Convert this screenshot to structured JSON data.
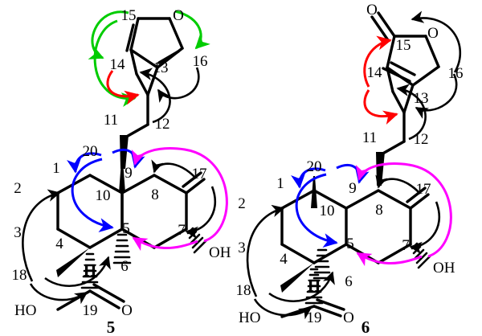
{
  "figure": {
    "kind": "chemical-structure-hmbc-cosy-noe-diagram",
    "panels": [
      {
        "id": "compound-5",
        "compound_label": "5",
        "top_ring": "furan",
        "atom_labels": [
          "15",
          "O",
          "14",
          "13",
          "16",
          "11",
          "12",
          "20",
          "1",
          "2",
          "9",
          "10",
          "8",
          "17",
          "3",
          "5",
          "7",
          "4",
          "6",
          "18",
          "OH",
          "H",
          "HO",
          "19",
          "O"
        ],
        "heteroatom_labels": {
          "furan_oxygen": "O",
          "hydroxyl": "OH",
          "acid_hydroxyl": "HO",
          "carbonyl_oxygen": "O"
        },
        "stereo_label": "H",
        "correlations": [
          {
            "color": "#00cc00",
            "from": "15",
            "to": "14"
          },
          {
            "color": "#00cc00",
            "from": "15",
            "to": "13"
          },
          {
            "color": "#00cc00",
            "from": "15",
            "to": "16"
          },
          {
            "color": "#ff0000",
            "from": "14",
            "to": "13"
          },
          {
            "color": "#000000",
            "from": "16",
            "to": "13"
          },
          {
            "color": "#000000",
            "from": "12",
            "to": "14"
          },
          {
            "color": "#0000ff",
            "from": "20",
            "to": "1"
          },
          {
            "color": "#0000ff",
            "from": "20",
            "to": "9"
          },
          {
            "color": "#0000ff",
            "from": "20",
            "to": "5"
          },
          {
            "color": "#000000",
            "from": "3",
            "to": "10"
          },
          {
            "color": "#ff00ff",
            "from": "17",
            "to": "11"
          },
          {
            "color": "#000000",
            "from": "17",
            "to": "9"
          },
          {
            "color": "#000000",
            "from": "17",
            "to": "7"
          },
          {
            "color": "#ff00ff",
            "from": "OH",
            "to": "5"
          },
          {
            "color": "#000000",
            "from": "18",
            "to": "19"
          },
          {
            "color": "#000000",
            "from": "18",
            "to": "5"
          }
        ]
      },
      {
        "id": "compound-6",
        "compound_label": "6",
        "top_ring": "butenolide",
        "atom_labels": [
          "O",
          "15",
          "O",
          "14",
          "13",
          "16",
          "11",
          "12",
          "20",
          "1",
          "2",
          "9",
          "10",
          "8",
          "17",
          "3",
          "5",
          "7",
          "4",
          "6",
          "18",
          "OH",
          "H",
          "HO",
          "19",
          "O"
        ],
        "heteroatom_labels": {
          "lactone_carbonyl": "O",
          "ring_oxygen": "O",
          "hydroxyl": "OH",
          "acid_hydroxyl": "HO",
          "carbonyl_oxygen": "O"
        },
        "stereo_label": "H",
        "correlations": [
          {
            "color": "#ff0000",
            "from": "14",
            "to": "15"
          },
          {
            "color": "#ff0000",
            "from": "14",
            "to": "13"
          },
          {
            "color": "#000000",
            "from": "16",
            "to": "carbonyl"
          },
          {
            "color": "#000000",
            "from": "16",
            "to": "13"
          },
          {
            "color": "#000000",
            "from": "12",
            "to": "14"
          },
          {
            "color": "#0000ff",
            "from": "20",
            "to": "1"
          },
          {
            "color": "#0000ff",
            "from": "20",
            "to": "9"
          },
          {
            "color": "#0000ff",
            "from": "20",
            "to": "5"
          },
          {
            "color": "#000000",
            "from": "3",
            "to": "10"
          },
          {
            "color": "#ff00ff",
            "from": "17",
            "to": "11"
          },
          {
            "color": "#000000",
            "from": "17",
            "to": "9"
          },
          {
            "color": "#000000",
            "from": "17",
            "to": "7"
          },
          {
            "color": "#ff00ff",
            "from": "OH",
            "to": "5"
          },
          {
            "color": "#000000",
            "from": "18",
            "to": "19"
          },
          {
            "color": "#000000",
            "from": "18",
            "to": "5"
          }
        ]
      }
    ],
    "colors": {
      "bond": "#000000",
      "green": "#00cc00",
      "red": "#ff0000",
      "blue": "#0000ff",
      "magenta": "#ff00ff",
      "black": "#000000"
    },
    "labels": {
      "c1": "1",
      "c2": "2",
      "c3": "3",
      "c4": "4",
      "c5": "5",
      "c6": "6",
      "c7": "7",
      "c8": "8",
      "c9": "9",
      "c10": "10",
      "c11": "11",
      "c12": "12",
      "c13": "13",
      "c14": "14",
      "c15": "15",
      "c16": "16",
      "c17": "17",
      "c18": "18",
      "c19": "19",
      "c20": "20",
      "O": "O",
      "OH": "OH",
      "HO": "HO",
      "H": "H",
      "cpd5": "5",
      "cpd6": "6"
    }
  }
}
